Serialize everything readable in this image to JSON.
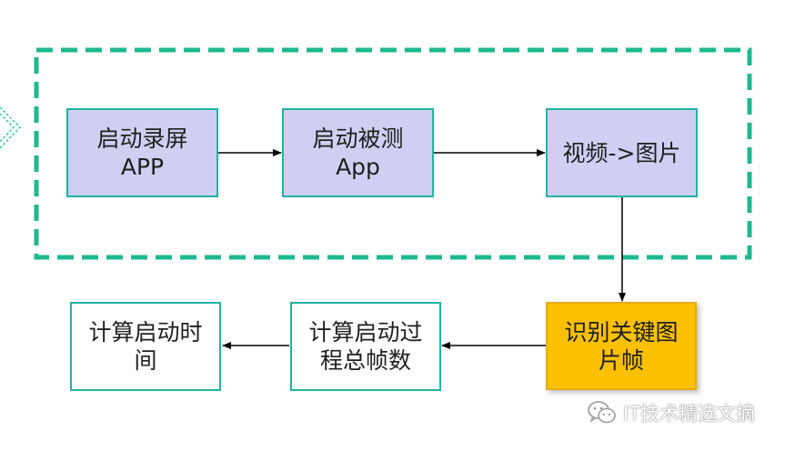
{
  "diagram": {
    "nodes": [
      {
        "id": "start-recorder",
        "text": "启动录屏\nAPP",
        "style": "lavender"
      },
      {
        "id": "start-app",
        "text": "启动被测\nApp",
        "style": "lavender"
      },
      {
        "id": "video-to-image",
        "text": "视频->图片",
        "style": "lavender"
      },
      {
        "id": "identify-keyframes",
        "text": "识别关键图\n片帧",
        "style": "highlight"
      },
      {
        "id": "count-frames",
        "text": "计算启动过\n程总帧数",
        "style": "white"
      },
      {
        "id": "compute-time",
        "text": "计算启动时\n间",
        "style": "white"
      }
    ],
    "edges": [
      {
        "from": "start-recorder",
        "to": "start-app"
      },
      {
        "from": "start-app",
        "to": "video-to-image"
      },
      {
        "from": "video-to-image",
        "to": "identify-keyframes"
      },
      {
        "from": "identify-keyframes",
        "to": "count-frames"
      },
      {
        "from": "count-frames",
        "to": "compute-time"
      }
    ],
    "colors": {
      "group_border": "#1fb88f",
      "box_border": "#1fb5a0",
      "lavender_fill": "#cfcff2",
      "highlight_fill": "#fcc000",
      "arrow": "#000000"
    }
  },
  "watermark": {
    "icon": "wechat-icon",
    "text": "IT技术精选文摘"
  }
}
